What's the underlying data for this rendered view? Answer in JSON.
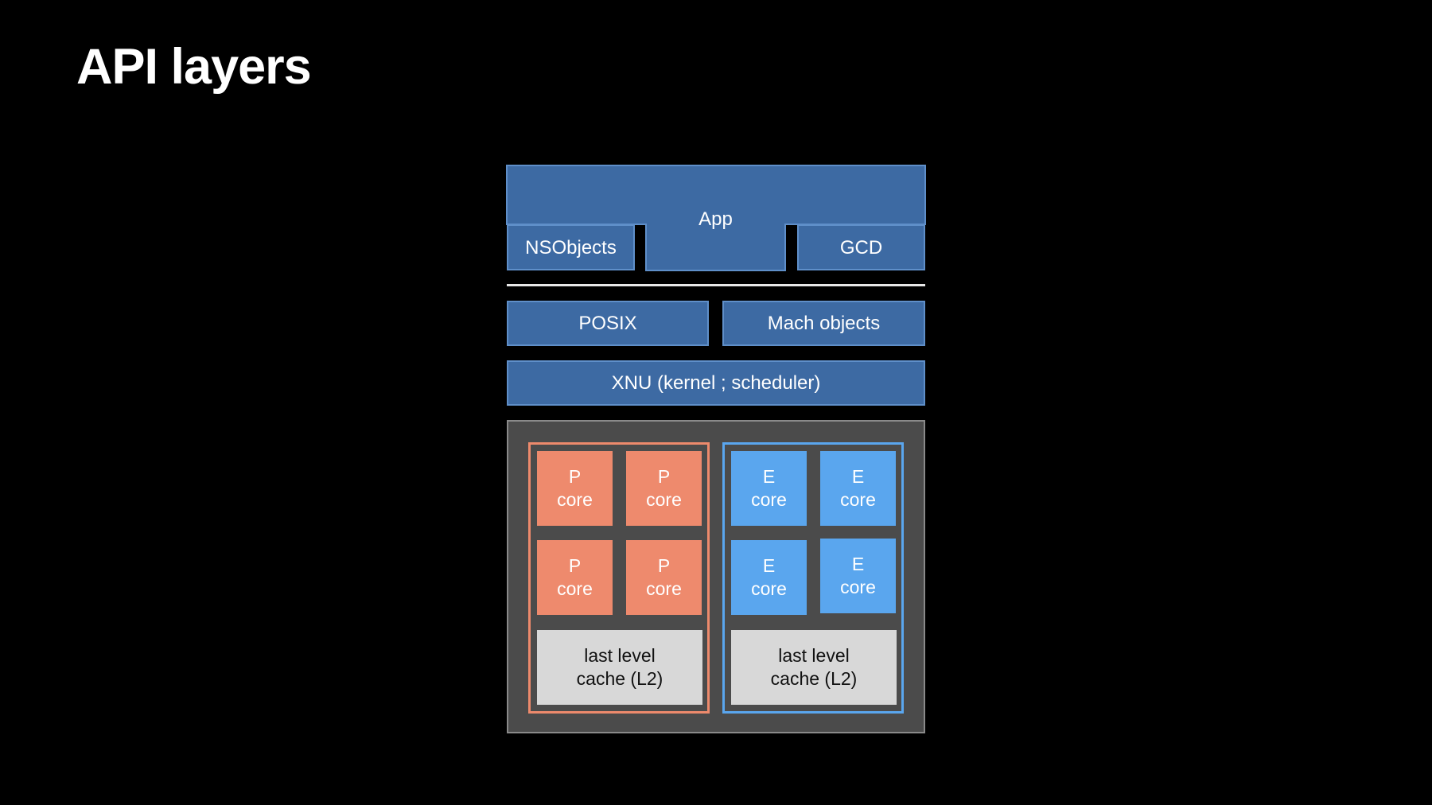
{
  "slide": {
    "title": "API layers"
  },
  "api_layers": {
    "app": "App",
    "nsobjects": "NSObjects",
    "gcd": "GCD",
    "posix": "POSIX",
    "mach_objects": "Mach objects",
    "xnu": "XNU (kernel ; scheduler)"
  },
  "hardware": {
    "p_cluster": {
      "cores": [
        {
          "line1": "P",
          "line2": "core"
        },
        {
          "line1": "P",
          "line2": "core"
        },
        {
          "line1": "P",
          "line2": "core"
        },
        {
          "line1": "P",
          "line2": "core"
        }
      ],
      "cache": {
        "line1": "last level",
        "line2": "cache (L2)"
      }
    },
    "e_cluster": {
      "cores": [
        {
          "line1": "E",
          "line2": "core"
        },
        {
          "line1": "E",
          "line2": "core"
        },
        {
          "line1": "E",
          "line2": "core"
        },
        {
          "line1": "E",
          "line2": "core"
        }
      ],
      "cache": {
        "line1": "last level",
        "line2": "cache (L2)"
      }
    }
  },
  "colors": {
    "background": "#000000",
    "api_block": "#3d6aa3",
    "p_core": "#ee8a6d",
    "e_core": "#5aa6ee",
    "cache": "#d8d8d8",
    "hardware_panel": "#4b4b4b"
  }
}
